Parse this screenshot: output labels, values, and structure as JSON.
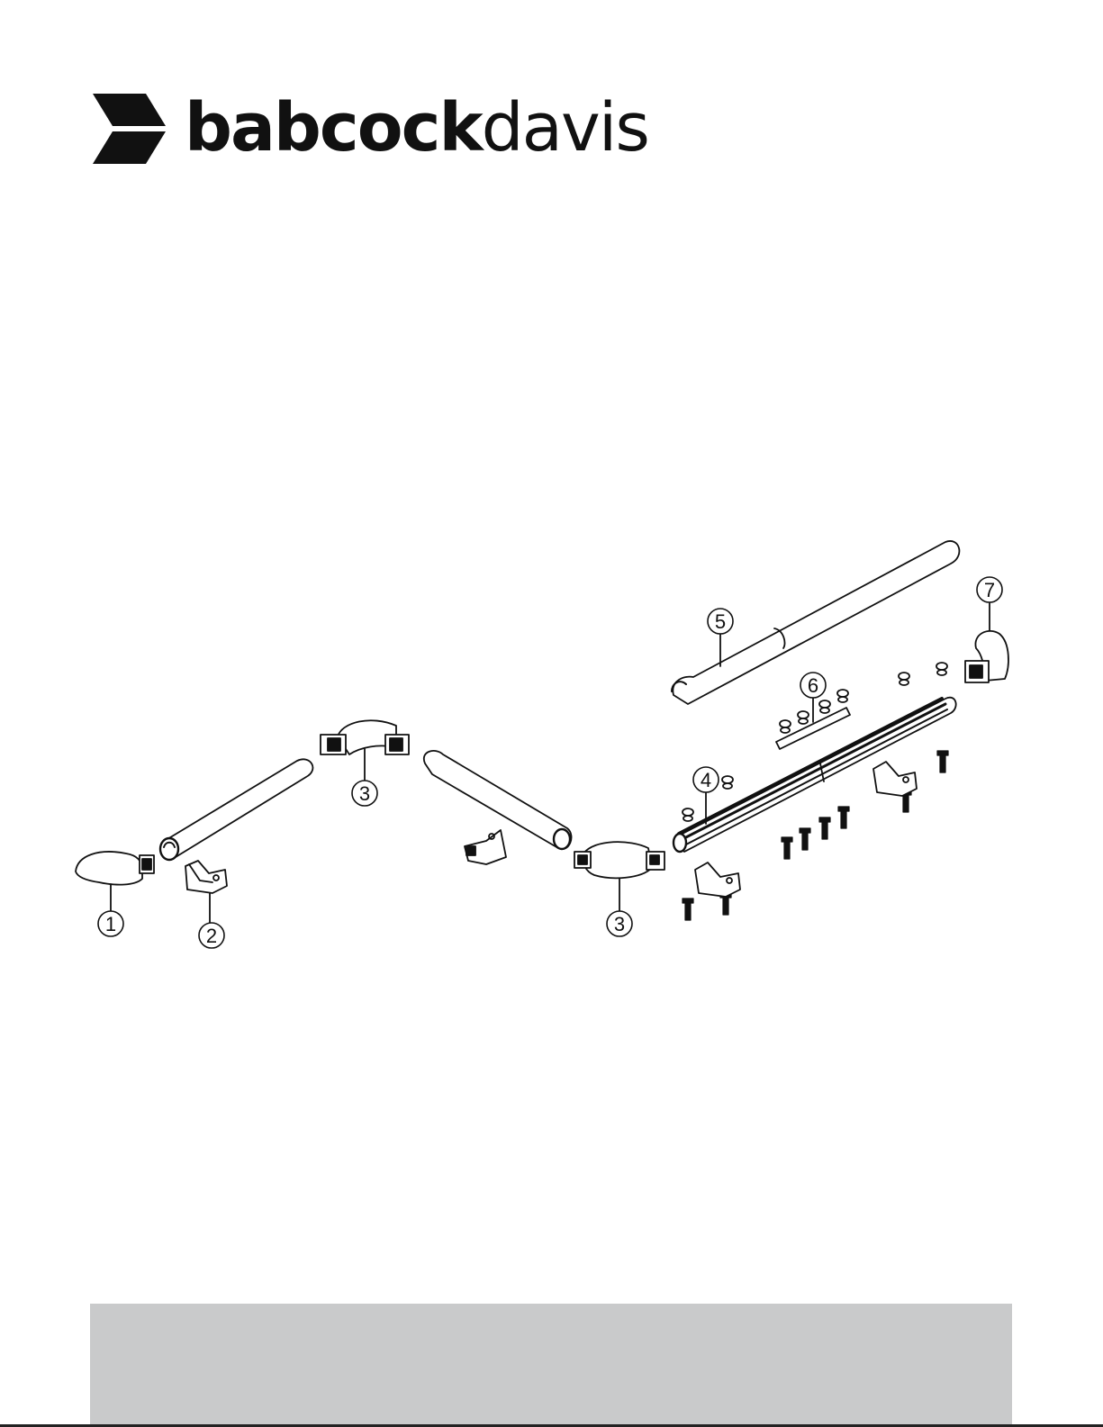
{
  "brand": {
    "bold": "babcock",
    "light": "davis"
  },
  "callouts": [
    "1",
    "2",
    "3",
    "3",
    "4",
    "5",
    "6",
    "7"
  ],
  "colors": {
    "ink": "#111111",
    "band": "#c9cacb"
  }
}
